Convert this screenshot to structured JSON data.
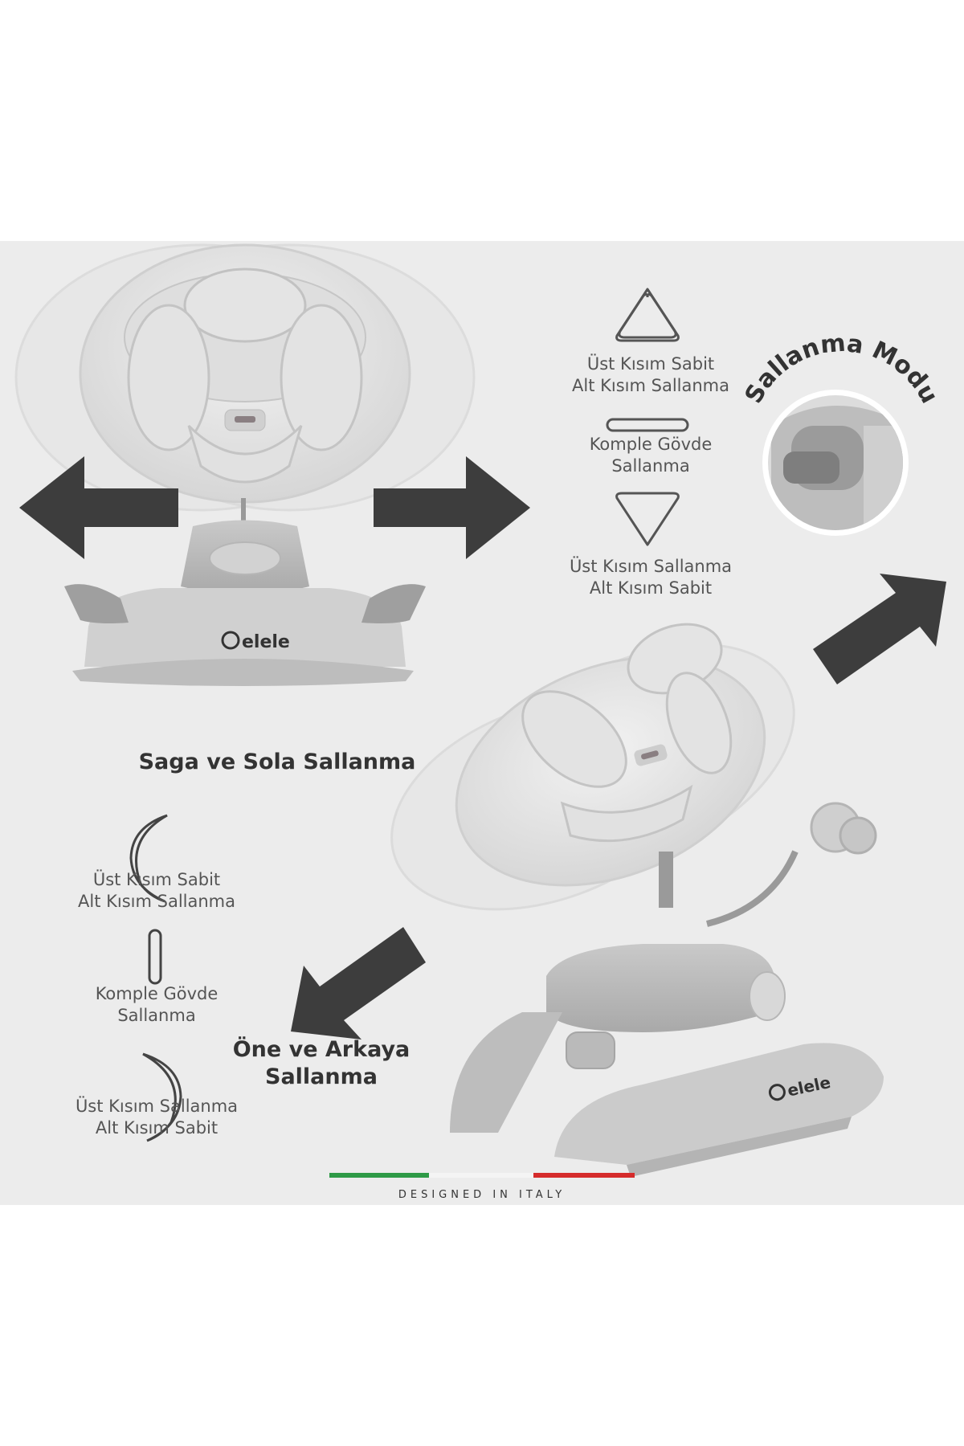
{
  "modes_top": [
    {
      "line1": "Üst Kısım Sabit",
      "line2": "Alt Kısım Sallanma",
      "icon": "rounded-triangle-up-icon"
    },
    {
      "line1": "Komple Gövde",
      "line2": "Sallanma",
      "icon": "horizontal-pill-icon"
    },
    {
      "line1": "Üst Kısım Sallanma",
      "line2": "Alt Kısım Sabit",
      "icon": "rounded-triangle-down-icon"
    }
  ],
  "modes_bottom": [
    {
      "line1": "Üst Kısım Sabit",
      "line2": "Alt Kısım Sallanma",
      "icon": "crescent-left-icon"
    },
    {
      "line1": "Komple Gövde",
      "line2": "Sallanma",
      "icon": "vertical-pill-icon"
    },
    {
      "line1": "Üst Kısım Sallanma",
      "line2": "Alt Kısım Sabit",
      "icon": "crescent-right-icon"
    }
  ],
  "side_to_side_label": "Saga ve Sola Sallanma",
  "front_back_label_line1": "Öne ve Arkaya",
  "front_back_label_line2": "Sallanma",
  "swing_mode_label": "Sallanma Modu",
  "brand": "elele",
  "designed_in": "DESIGNED IN ITALY",
  "colors": {
    "panel_bg": "#ececec",
    "arrow": "#3d3d3d",
    "italy_green": "#2e9a47",
    "italy_white": "#f4f4f4",
    "italy_red": "#d52b2b"
  }
}
